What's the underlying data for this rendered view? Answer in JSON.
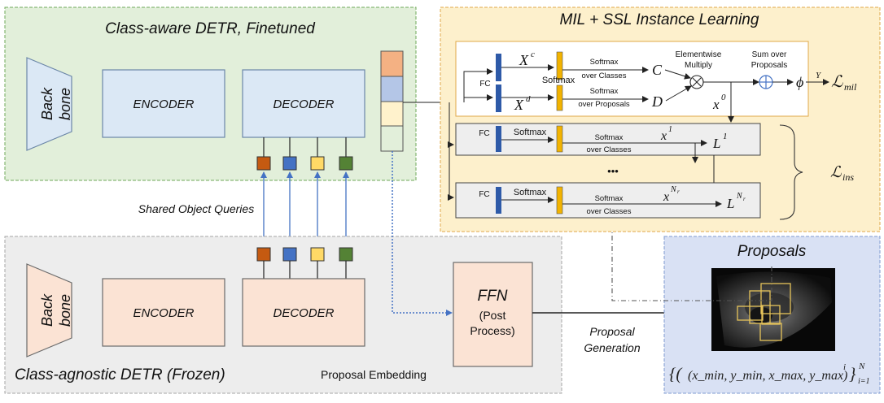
{
  "colors": {
    "panel_green_fill": "#e2efda",
    "panel_green_stroke": "#6fa85a",
    "panel_orange_fill": "#fdf0cc",
    "panel_orange_stroke": "#e0a94a",
    "panel_gray_fill": "#ededed",
    "panel_gray_stroke": "#a6a6a6",
    "panel_blue_fill": "#d9e1f4",
    "panel_blue_stroke": "#7f9bd0",
    "box_blue_fill": "#dbe8f5",
    "box_blue_stroke": "#6b86a8",
    "box_peach_fill": "#fbe3d4",
    "query_orange": "#c55a11",
    "query_blue": "#4472c4",
    "query_yellow": "#ffd966",
    "query_green": "#548235",
    "bar_blue": "#2e5aa8",
    "bar_yellow": "#f2b300",
    "arrow_blue": "#4472c4"
  },
  "top_panel": {
    "title": "Class-aware DETR, Finetuned",
    "backbone_label_1": "Back",
    "backbone_label_2": "bone",
    "encoder_label": "ENCODER",
    "decoder_label": "DECODER"
  },
  "shared_queries_label": "Shared Object Queries",
  "bottom_panel": {
    "title": "Class-agnostic DETR (Frozen)",
    "backbone_label_1": "Back",
    "backbone_label_2": "bone",
    "encoder_label": "ENCODER",
    "decoder_label": "DECODER",
    "ffn_label": "FFN",
    "ffn_sub_1": "(Post",
    "ffn_sub_2": "Process)",
    "proposal_embedding_label": "Proposal Embedding"
  },
  "proposal_generation_label_1": "Proposal",
  "proposal_generation_label_2": "Generation",
  "mil_panel": {
    "title": "MIL + SSL Instance Learning",
    "fc_label": "FC",
    "softmax_label": "Softmax",
    "softmax_over_classes_1": "Softmax",
    "softmax_over_classes_2": "over Classes",
    "softmax_over_proposals_1": "Softmax",
    "softmax_over_proposals_2": "over Proposals",
    "elementwise_1": "Elementwise",
    "elementwise_2": "Multiply",
    "sum_1": "Sum over",
    "sum_2": "Proposals",
    "xc_base": "X",
    "xc_sup": "c",
    "xd_base": "X",
    "xd_sup": "d",
    "c_symbol": "C",
    "d_symbol": "D",
    "x0_base": "x",
    "x0_sup": "0",
    "phi_symbol": "ϕ",
    "y_symbol": "Y",
    "l_mil_base": "ℒ",
    "l_mil_sub": "mil",
    "x1_base": "x",
    "x1_sup": "1",
    "l1_base": "L",
    "l1_sup": "1",
    "dots": "•••",
    "xnr_base": "x",
    "xnr_sup": "N",
    "xnr_subsup": "r",
    "lnr_base": "L",
    "lnr_sup": "N",
    "lnr_subsup": "r",
    "l_ins_base": "ℒ",
    "l_ins_sub": "ins"
  },
  "proposals_panel": {
    "title": "Proposals",
    "formula_open": "{(",
    "formula_body": "x",
    "formula_text": "(x_min, y_min, x_max, y_max)",
    "formula_sup_i": "i",
    "formula_N": "N",
    "formula_i1": "i=1"
  }
}
